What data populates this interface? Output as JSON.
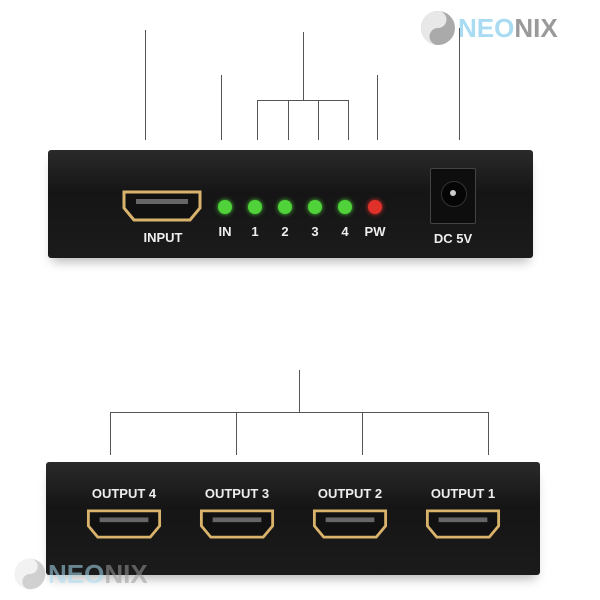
{
  "brand": {
    "name_a": "NEO",
    "name_b": "NIX",
    "color_a": "#a9dcf3",
    "color_b": "#9a9a9a"
  },
  "front_panel": {
    "input_label": "INPUT",
    "leds": [
      {
        "label": "IN",
        "color": "#4fd23a"
      },
      {
        "label": "1",
        "color": "#4fd23a"
      },
      {
        "label": "2",
        "color": "#4fd23a"
      },
      {
        "label": "3",
        "color": "#4fd23a"
      },
      {
        "label": "4",
        "color": "#4fd23a"
      },
      {
        "label": "PW",
        "color": "#e0302a"
      }
    ],
    "power_label": "DC 5V"
  },
  "back_panel": {
    "outputs": [
      "OUTPUT 4",
      "OUTPUT 3",
      "OUTPUT 2",
      "OUTPUT 1"
    ]
  }
}
